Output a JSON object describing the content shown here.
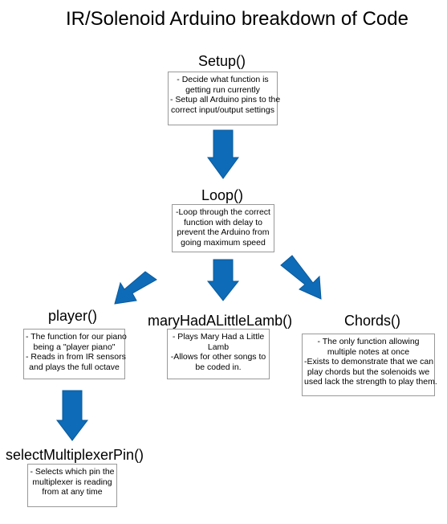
{
  "title": "IR/Solenoid Arduino breakdown of Code",
  "colors": {
    "arrow": "#0e6bb7",
    "box_border": "#999999"
  },
  "nodes": {
    "setup": {
      "title": "Setup()",
      "lines": [
        "- Decide what function is",
        "getting run currently",
        "- Setup all Arduino pins to the",
        "correct input/output settings"
      ]
    },
    "loop": {
      "title": "Loop()",
      "lines": [
        "-Loop through the correct",
        "function with delay to",
        "prevent the Arduino from",
        "going maximum speed"
      ]
    },
    "player": {
      "title": "player()",
      "lines": [
        "- The function for our piano",
        "being a \"player piano\"",
        "- Reads in from IR sensors",
        "and plays the full octave"
      ]
    },
    "mary": {
      "title": "maryHadALittleLamb()",
      "lines": [
        "- Plays Mary Had a Little",
        "Lamb",
        "-Allows for other songs to",
        "be coded in."
      ]
    },
    "chords": {
      "title": "Chords()",
      "lines": [
        "- The only function allowing",
        "multiple notes at once",
        "-Exists to demonstrate that we can",
        "play chords but the solenoids we",
        "used lack the strength to play them."
      ]
    },
    "mux": {
      "title": "selectMultiplexerPin()",
      "lines": [
        "- Selects which pin the",
        "multiplexer is reading",
        "from at any time"
      ]
    }
  }
}
